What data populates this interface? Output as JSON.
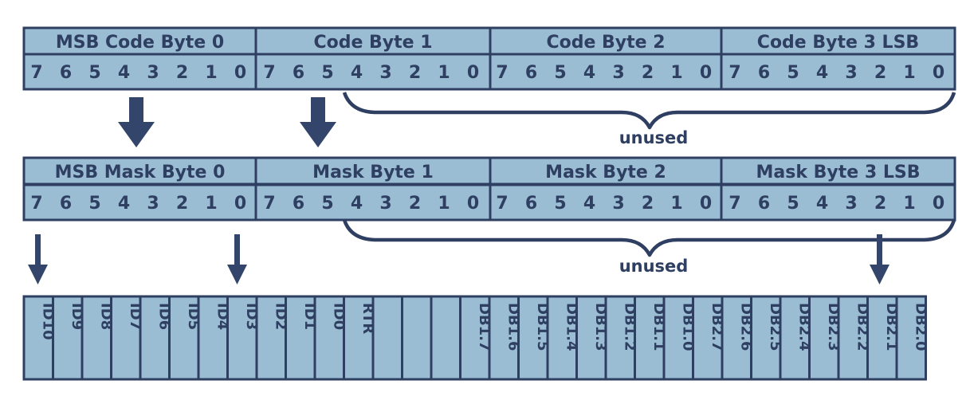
{
  "code_row": {
    "headers": [
      "MSB Code Byte 0",
      "Code Byte 1",
      "Code Byte 2",
      "Code Byte 3 LSB"
    ],
    "bits": [
      "7",
      "6",
      "5",
      "4",
      "3",
      "2",
      "1",
      "0"
    ],
    "unused_label": "unused"
  },
  "mask_row": {
    "headers": [
      "MSB Mask Byte 0",
      "Mask Byte 1",
      "Mask Byte 2",
      "Mask Byte 3 LSB"
    ],
    "bits": [
      "7",
      "6",
      "5",
      "4",
      "3",
      "2",
      "1",
      "0"
    ],
    "unused_label": "unused"
  },
  "id_row": {
    "cells": [
      "ID10",
      "ID9",
      "ID8",
      "ID7",
      "ID6",
      "ID5",
      "ID4",
      "ID3",
      "ID2",
      "ID1",
      "ID0",
      "RTR",
      "",
      "",
      "",
      "DB1.7",
      "DB1.6",
      "DB1.5",
      "DB1.4",
      "DB1.3",
      "DB1.2",
      "DB1.1",
      "DB1.0",
      "DB2.7",
      "DB2.6",
      "DB2.5",
      "DB2.4",
      "DB2.3",
      "DB2.2",
      "DB2.1",
      "DB2.0"
    ]
  },
  "colors": {
    "fill": "#9bbdd4",
    "stroke": "#2e3f62",
    "arrow": "#33456a"
  }
}
